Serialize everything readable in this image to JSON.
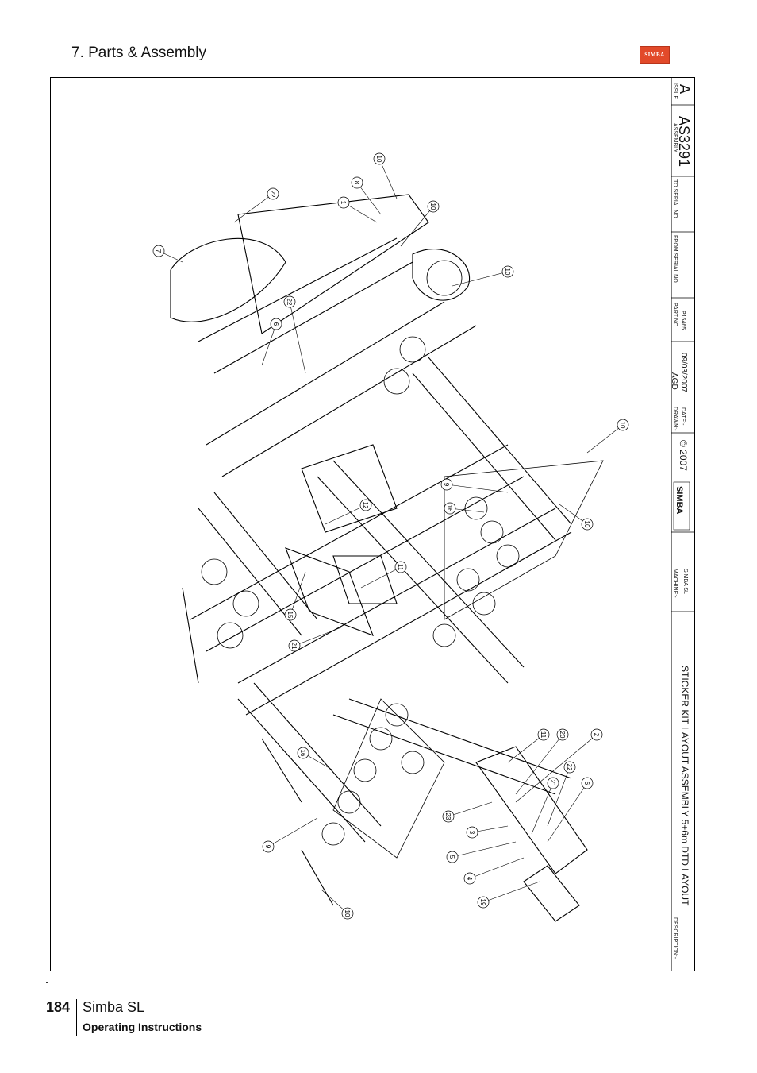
{
  "header": {
    "section_title": "7. Parts & Assembly",
    "brand_logo": "SIMBA"
  },
  "title_block": {
    "issue_label": "ISSUE",
    "issue_value": "A",
    "assembly_label": "ASSEMBLY",
    "assembly_value": "AS3291",
    "to_serial_label": "TO SERIAL NO.",
    "from_serial_label": "FROM SERIAL NO.",
    "part_no_label": "PART NO.",
    "part_no_value": "P15465",
    "drawn_label": "DRAWN:-",
    "drawn_value": "AGD",
    "date_label": "DATE:-",
    "date_value": "09/03/2007",
    "copyright": "© 2007",
    "brand": "SIMBA",
    "machine_label": "MACHINE:-",
    "machine_value": "SIMBA SL",
    "description_label": "DESCRIPTION:-",
    "description_value": "STICKER KIT LAYOUT ASSEMBLY 5+6m DTD LAYOUT"
  },
  "balloons": [
    "10",
    "8",
    "1",
    "22",
    "10",
    "7",
    "10",
    "22",
    "6",
    "10",
    "9",
    "16",
    "12",
    "10",
    "11",
    "15",
    "21",
    "16",
    "11",
    "20",
    "2",
    "22",
    "21",
    "6",
    "23",
    "3",
    "9",
    "5",
    "4",
    "19",
    "10"
  ],
  "footer": {
    "page_number": "184",
    "product": "Simba SL",
    "subtitle": "Operating Instructions"
  }
}
